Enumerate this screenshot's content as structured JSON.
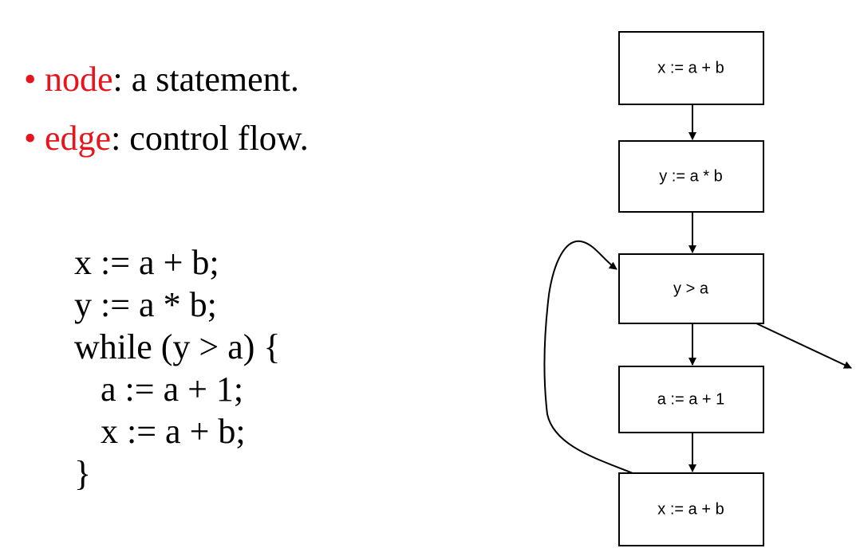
{
  "bullets": [
    {
      "term": "node",
      "rest": ": a statement."
    },
    {
      "term": "edge",
      "rest": ": control flow."
    }
  ],
  "bullet_symbol": "•",
  "code_lines": [
    "x := a + b;",
    "y := a * b;",
    "while (y > a) {",
    "   a := a + 1;",
    "   x := a + b;",
    "}"
  ],
  "cfg": {
    "nodes": [
      "x := a + b",
      "y := a * b",
      "y > a",
      "a := a + 1",
      "x := a + b"
    ],
    "edges": [
      {
        "from": 0,
        "to": 1
      },
      {
        "from": 1,
        "to": 2
      },
      {
        "from": 2,
        "to": 3
      },
      {
        "from": 3,
        "to": 4
      },
      {
        "from": 4,
        "to": 2,
        "kind": "back-edge"
      },
      {
        "from": 2,
        "to": "exit"
      }
    ]
  },
  "colors": {
    "highlight": "#e8141b",
    "text": "#000000",
    "node_border": "#000000",
    "node_fill": "#ffffff"
  }
}
